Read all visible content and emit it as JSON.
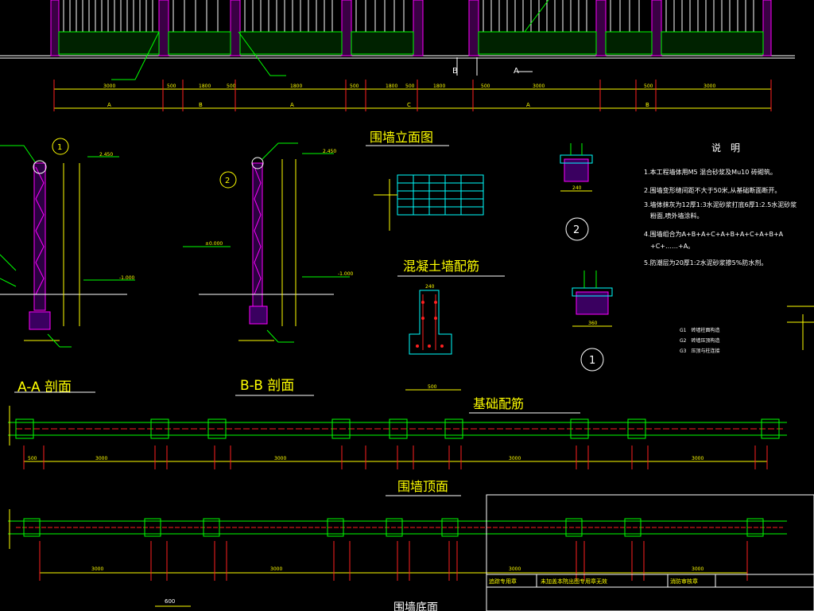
{
  "titles": {
    "aa_section": "A-A 剖面",
    "bb_section": "B-B 剖面",
    "elevation": "围墙立面图",
    "wall_rebar": "混凝土墙配筋",
    "foundation_rebar": "基础配筋",
    "top_view": "围墙顶面",
    "bottom_cut": "围墙底面"
  },
  "notes": {
    "heading": "说　明",
    "items": [
      "1.本工程墙体用M5 混合砂浆及Mu10 砖砌筑。",
      "2.围墙变形缝间距不大于50米,从基础断面断开。",
      "3.墙体抹灰为12厚1:3水泥砂浆打底6厚1:2.5水泥砂浆",
      "　粉面,喷外墙涂料。",
      "4.围墙组合为A+B+A+C+A+B+A+C+A+B+A",
      "　+C+……+A。",
      "5.防潮层为20厚1:2水泥砂浆掺5%防水剂。"
    ],
    "legend": [
      "G1　砖墙柱面构造",
      "G2　砖墙压顶构造",
      "G3　压顶与柱连接"
    ]
  },
  "markers": {
    "detail_1": "1",
    "detail_2": "2",
    "sec_a": "A",
    "sec_b": "B"
  },
  "title_block": {
    "cells": [
      "追踪专用章",
      "未加盖本院出图专用章无效",
      "消防审核章"
    ]
  },
  "top_dims": {
    "row1": [
      "3000",
      "500",
      "1800",
      "500",
      "1800",
      "500",
      "1800",
      "500",
      "1800",
      "500",
      "3000",
      "500",
      "3000"
    ],
    "row2": [
      "A",
      "B",
      "A",
      "C",
      "A",
      "B"
    ]
  },
  "small_labels": {
    "aa_elev_top": "2.450",
    "aa_elev_mid": "-1.000",
    "bb_elev_top": "2.450",
    "bb_elev_mid": "±0.000",
    "bb_elev_low": "-1.000",
    "span_3000": "3000",
    "span_500": "500",
    "dim_600": "600",
    "dim_240": "240",
    "dim_360": "360"
  },
  "colors": {
    "background": "#000000",
    "yellow": "#ffff00",
    "green": "#00ff00",
    "red": "#ff2020",
    "cyan": "#00ffff",
    "magenta": "#ff00ff",
    "white": "#ffffff"
  }
}
